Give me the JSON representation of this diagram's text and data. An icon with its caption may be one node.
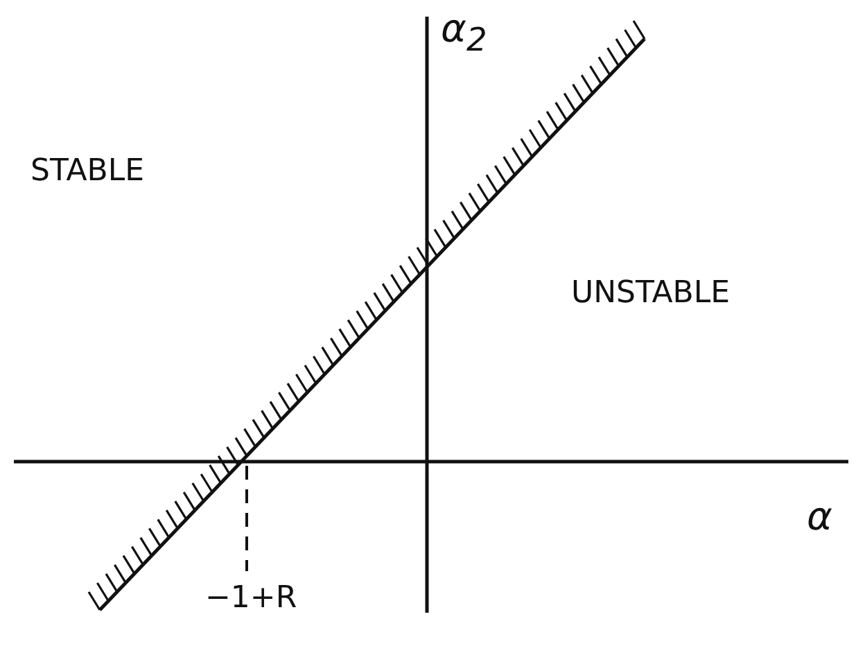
{
  "diagram": {
    "labels": [
      "α$_{2}$",
      "STABLE",
      "UNSTABLE",
      "α",
      "−1+R"
    ]
  }
}
